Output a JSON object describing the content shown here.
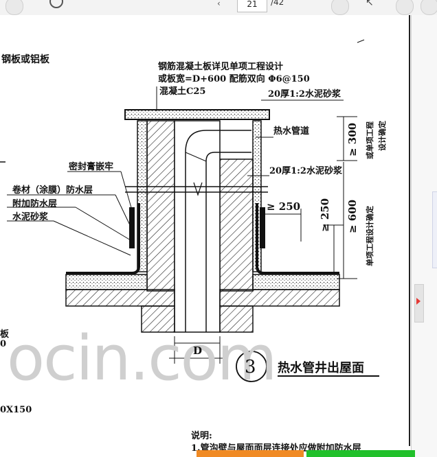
{
  "toolbar": {
    "page_current": "21",
    "page_total": "/42"
  },
  "drawing": {
    "label_steel_plate": "钢板或铝板",
    "label_slab_line1": "钢筋混凝土板详见单项工程设计",
    "label_slab_line2": "或板宽=D+600  配筋双向 Φ6@150",
    "label_slab_line3": "混凝土C25",
    "label_mortar_top": "20厚1:2水泥砂浆",
    "label_hot_pipe": "热水管道",
    "label_mortar_mid": "20厚1:2水泥砂浆",
    "label_sealant": "密封膏嵌牢",
    "label_membrane": "卷材（涂膜）防水层",
    "label_extra_waterproof": "附加防水层",
    "label_cement_mortar": "水泥砂浆",
    "dim_250_h": "≥ 250",
    "dim_250_v": "≥ 250",
    "dim_300": "≥ 300",
    "dim_600": "≥ 600",
    "side_note_1a": "或单项工程",
    "side_note_1b": "设计确定",
    "side_note_2": "单项工程设计确定",
    "dim_D": "D",
    "detail_number": "3",
    "detail_title": "热水管井出屋面",
    "left_cut_1": "板",
    "left_cut_2": "0",
    "left_cut_3": "0X150",
    "explain_title": "说明:",
    "explain_line1": "1.管沟壁与屋面面层连接处应做附加防水层"
  },
  "watermark": "ocin.com"
}
